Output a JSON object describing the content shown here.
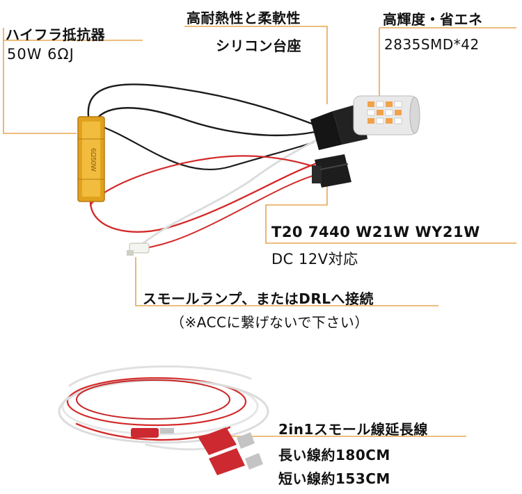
{
  "resistor": {
    "title": "ハイフラ抵抗器",
    "spec": "50W 6ΩJ",
    "engraving": "6Ω50W"
  },
  "heat": {
    "title": "高耐熱性と柔軟性",
    "sub": "シリコン台座"
  },
  "brightness": {
    "title": "高輝度・省エネ",
    "sub": "2835SMD*42"
  },
  "socket": {
    "line1": "T20 7440 W21W WY21W",
    "line2": "DC 12V対応"
  },
  "connect": {
    "line1": "スモールランプ、またはDRLへ接続",
    "line2": "（※ACCに繋げないで下さい）"
  },
  "extension": {
    "title": "2in1スモール線延長線",
    "long": "長い線約180CM",
    "short": "短い線約153CM"
  },
  "colors": {
    "guide_line": "#e8a552",
    "resistor_gold": "#e0a21e",
    "wire_red": "#d42a2a",
    "wire_black": "#1a1a1a",
    "terminal_red": "#cc2a30",
    "led_amber": "#f2a24a"
  }
}
